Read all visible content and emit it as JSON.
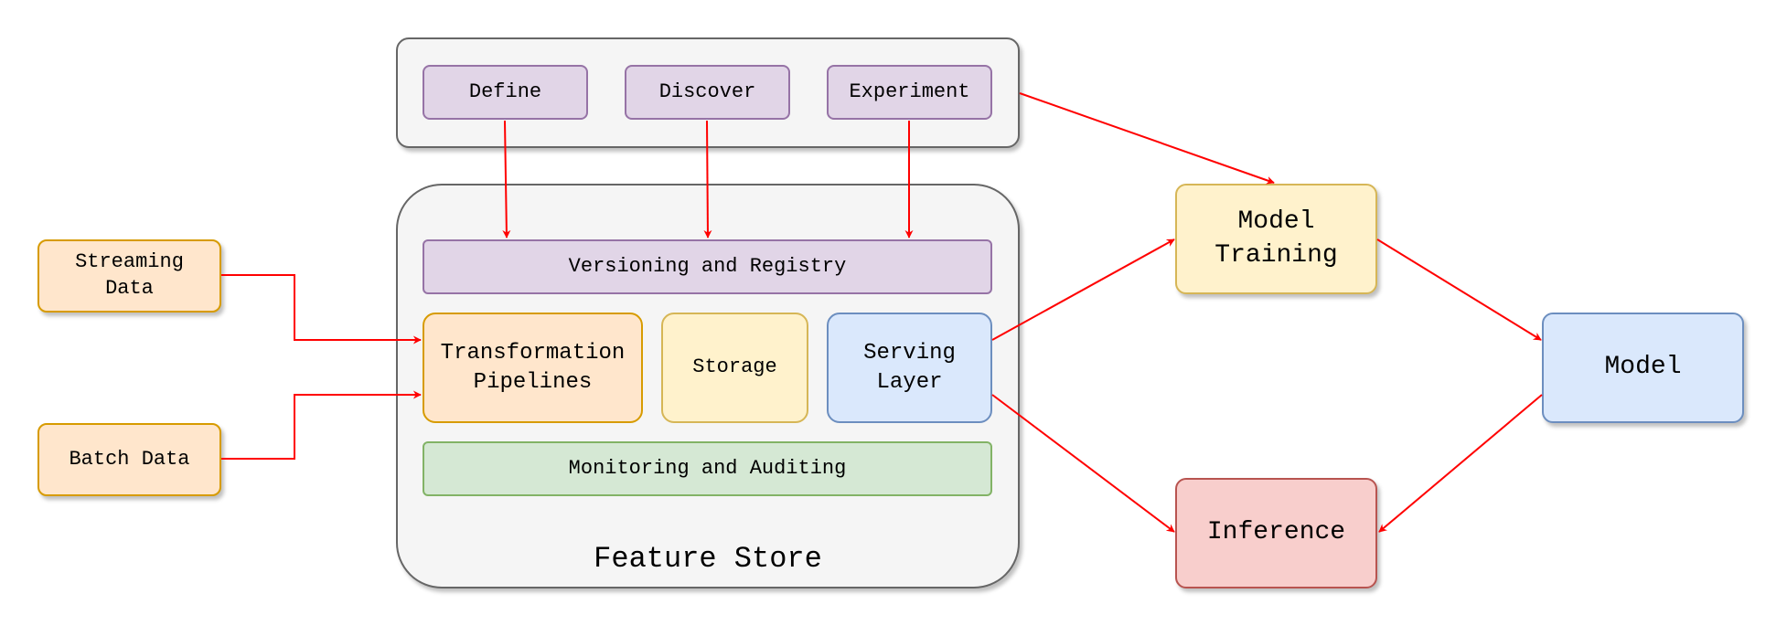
{
  "workflow": {
    "define": "Define",
    "discover": "Discover",
    "experiment": "Experiment"
  },
  "feature_store": {
    "title": "Feature Store",
    "versioning": "Versioning and Registry",
    "transformation": "Transformation\nPipelines",
    "storage": "Storage",
    "serving": "Serving\nLayer",
    "monitoring": "Monitoring and Auditing"
  },
  "sources": {
    "streaming": "Streaming\nData",
    "batch": "Batch Data"
  },
  "outputs": {
    "model_training": "Model\nTraining",
    "model": "Model",
    "inference": "Inference"
  },
  "colors": {
    "arrow": "#ff0000",
    "purple_fill": "#e1d5e7",
    "orange_fill": "#ffe6cc",
    "yellow_fill": "#fff2cc",
    "blue_fill": "#dae8fc",
    "green_fill": "#d5e8d4",
    "red_fill": "#f8cecc",
    "container_fill": "#f5f5f5"
  }
}
